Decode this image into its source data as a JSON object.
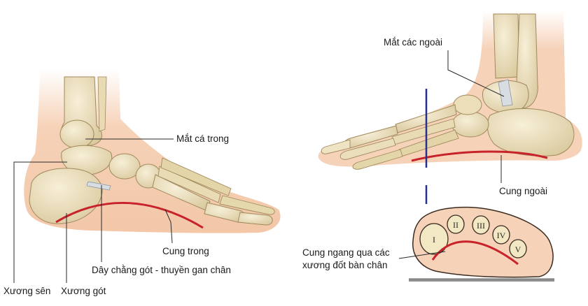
{
  "labels": {
    "mat_ca_trong": "Mắt cá trong",
    "mat_cac_ngoai": "Mắt các ngoài",
    "cung_trong": "Cung trong",
    "cung_ngoai": "Cung ngoài",
    "day_chang": "Dây chằng gót - thuyền gan chân",
    "xuong_sen": "Xương sên",
    "xuong_got": "Xương gót",
    "cung_ngang_line1": "Cung ngang qua các",
    "cung_ngang_line2": "xương đốt bàn chân"
  },
  "metatarsal_numerals": [
    "I",
    "II",
    "III",
    "IV",
    "V"
  ],
  "colors": {
    "skin": "#f6d2b8",
    "bone": "#eee2c0",
    "bone_outline": "#a08a5c",
    "arch_line": "#c8222a",
    "section_line": "#27308a",
    "leader_line": "#2a2a2a",
    "floor": "#8f8f8f"
  }
}
